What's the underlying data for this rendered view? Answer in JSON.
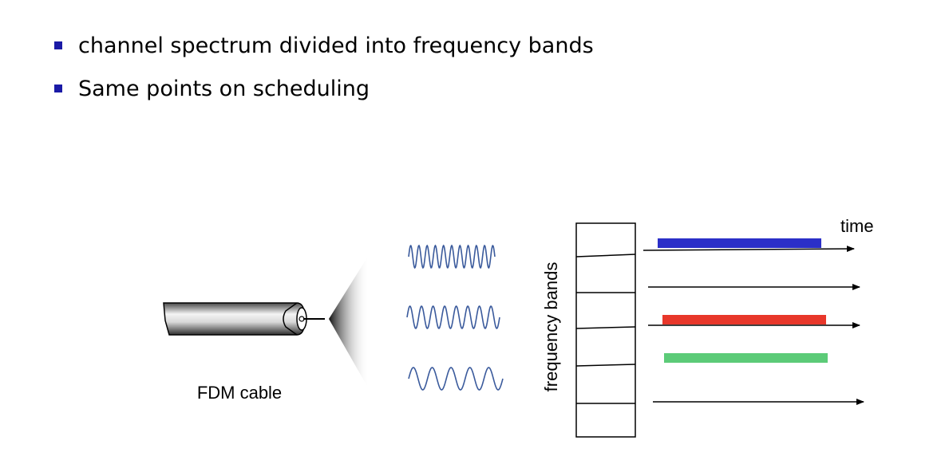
{
  "bullets": [
    {
      "text": "channel spectrum divided into frequency bands"
    },
    {
      "text": "Same points on scheduling"
    }
  ],
  "colors": {
    "bullet": "#1a1aa6",
    "wave": "#3a5a9c",
    "band_blue": "#2b2fc8",
    "band_red": "#e8372a",
    "band_green": "#5ccb78"
  },
  "diagram": {
    "cable_label": "FDM cable",
    "axis_label": "frequency bands",
    "time_label": "time",
    "bands_count": 6,
    "occupied_bands": [
      {
        "band": 1,
        "color": "band_blue"
      },
      {
        "band": 3,
        "color": "band_red"
      },
      {
        "band": 4,
        "color": "band_green"
      }
    ]
  }
}
